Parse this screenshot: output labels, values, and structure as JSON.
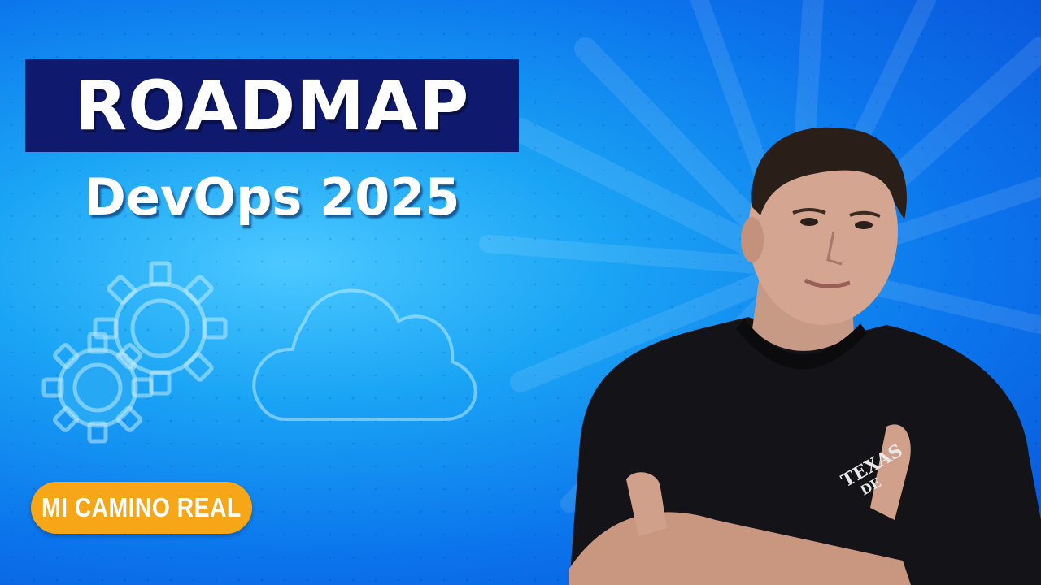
{
  "thumbnail": {
    "title": "ROADMAP",
    "subtitle": "DevOps 2025",
    "badge_label": "MI CAMINO REAL",
    "shirt_print_top": "TEXAS",
    "shirt_print_bottom": "DE"
  },
  "icons": [
    "gears-icon",
    "cloud-icon"
  ],
  "colors": {
    "background_light": "#4cc9ff",
    "background_dark": "#0a4fd6",
    "title_box": "#0f1a6e",
    "badge": "#f7a617",
    "text": "#ffffff"
  }
}
